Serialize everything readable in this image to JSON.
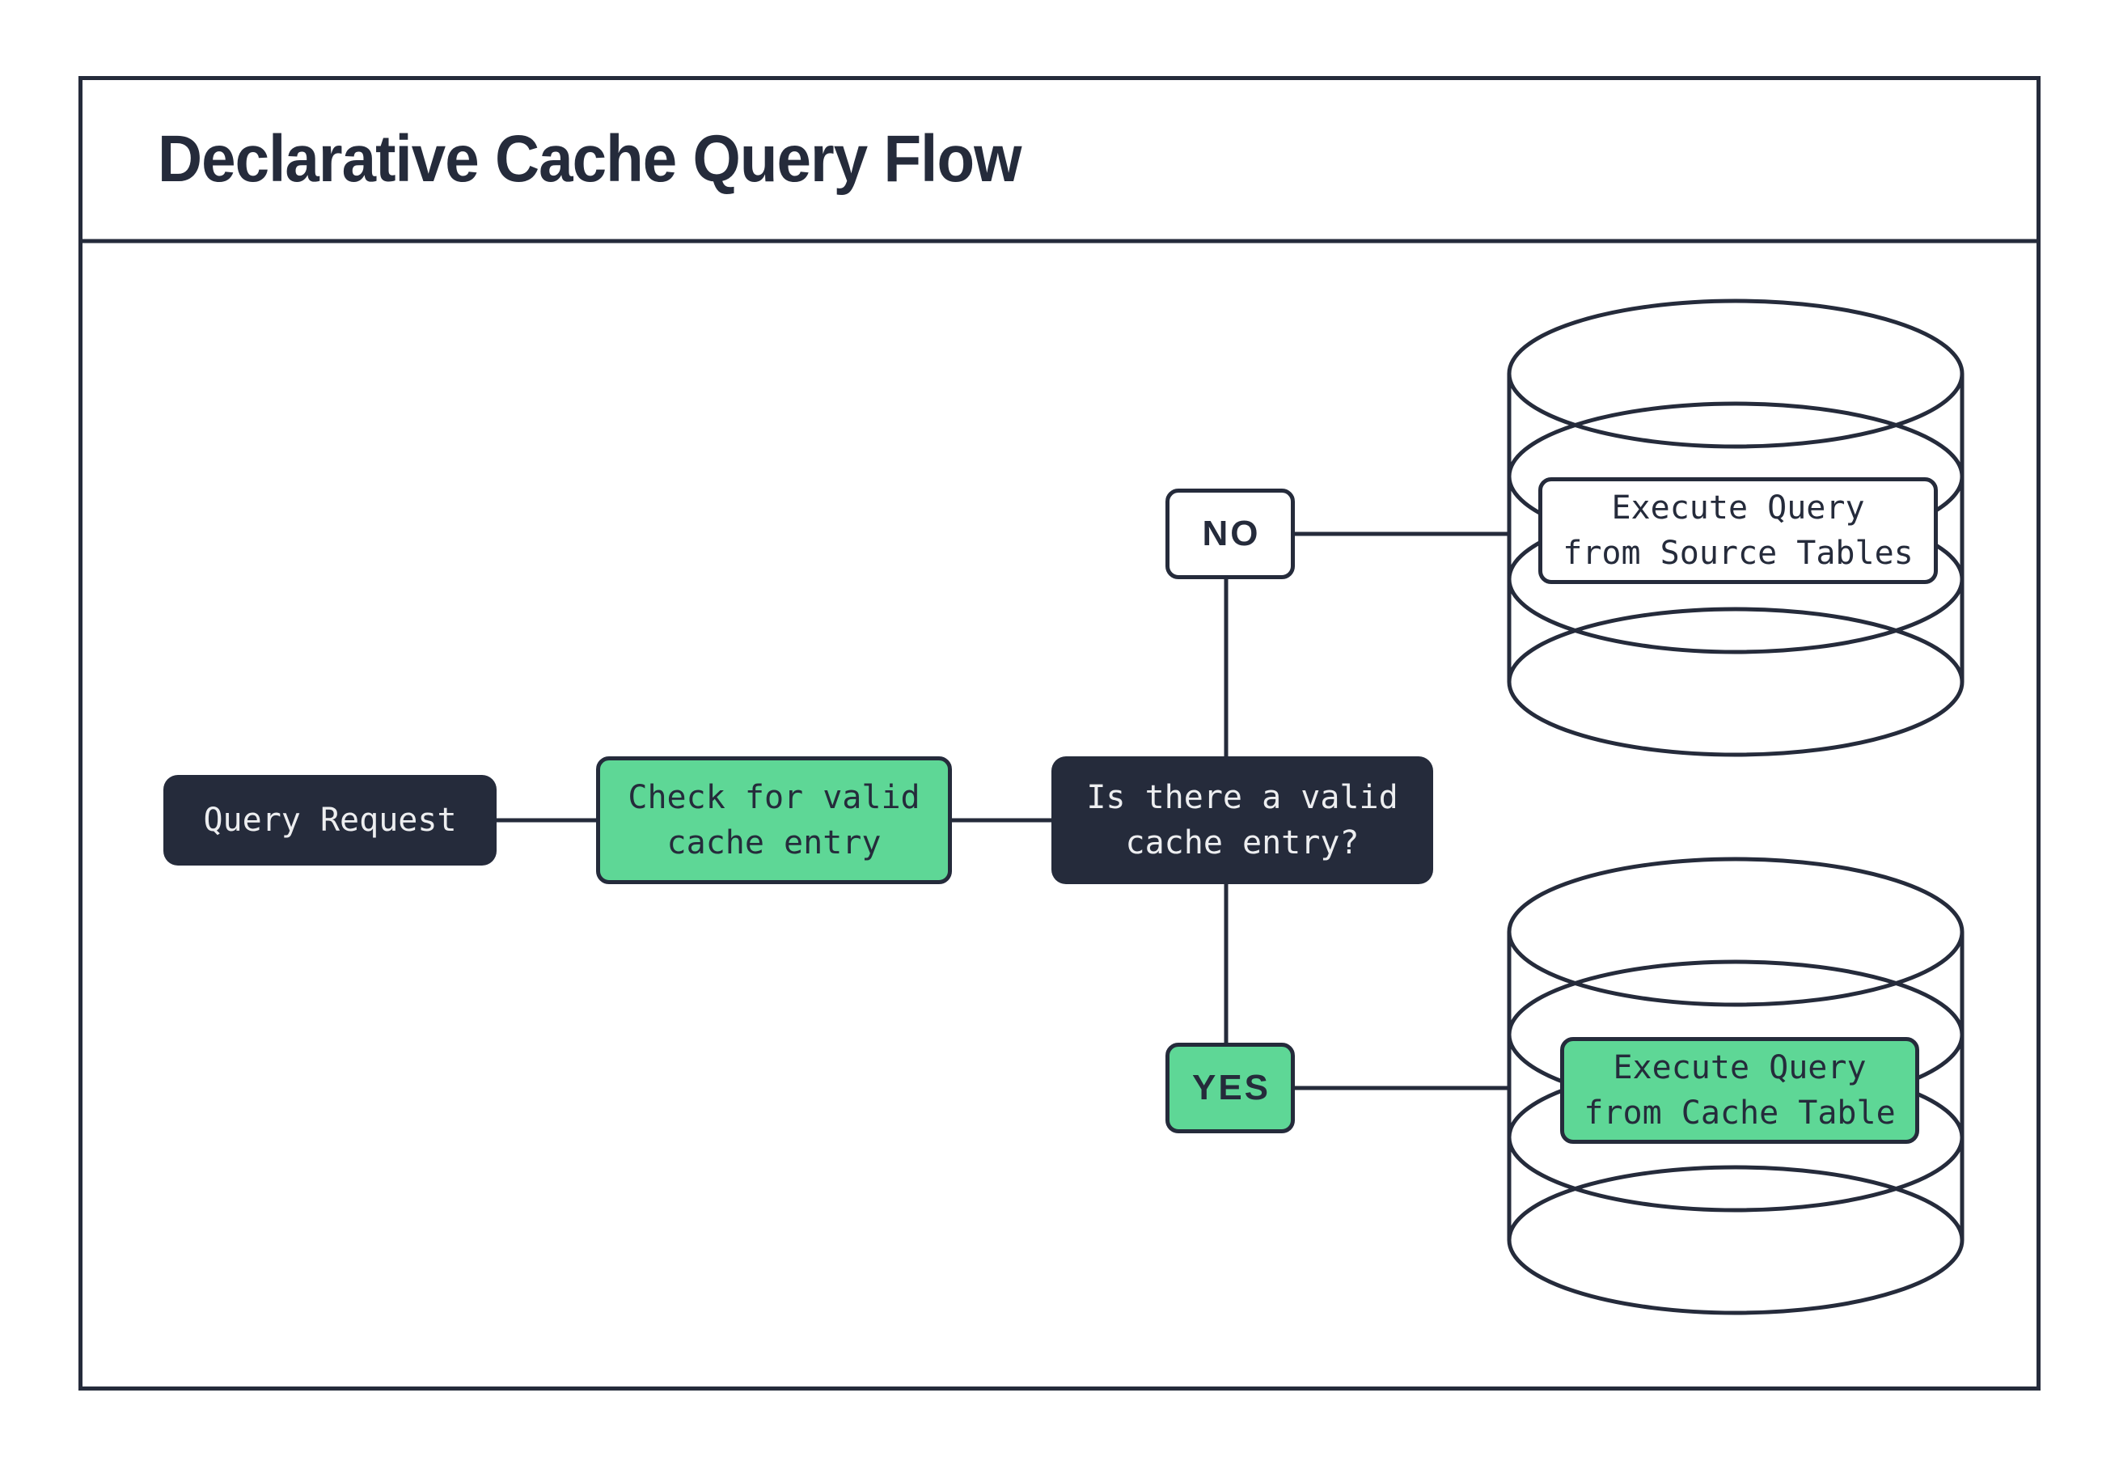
{
  "title": "Declarative Cache Query Flow",
  "colors": {
    "navy": "#252B3B",
    "green": "#5ED796",
    "white": "#FFFFFF",
    "light_text": "#EDEEF0"
  },
  "nodes": {
    "query_request": {
      "label": "Query Request"
    },
    "check_cache": {
      "label": "Check for valid\ncache entry"
    },
    "decision": {
      "label": "Is there a valid\ncache entry?"
    },
    "branch_no": {
      "label": "NO"
    },
    "branch_yes": {
      "label": "YES"
    },
    "execute_source": {
      "label": "Execute Query\nfrom Source Tables"
    },
    "execute_cache": {
      "label": "Execute Query\nfrom Cache Table"
    }
  },
  "icons": {
    "source_db": "database-cylinder-icon",
    "cache_db": "database-cylinder-icon"
  }
}
